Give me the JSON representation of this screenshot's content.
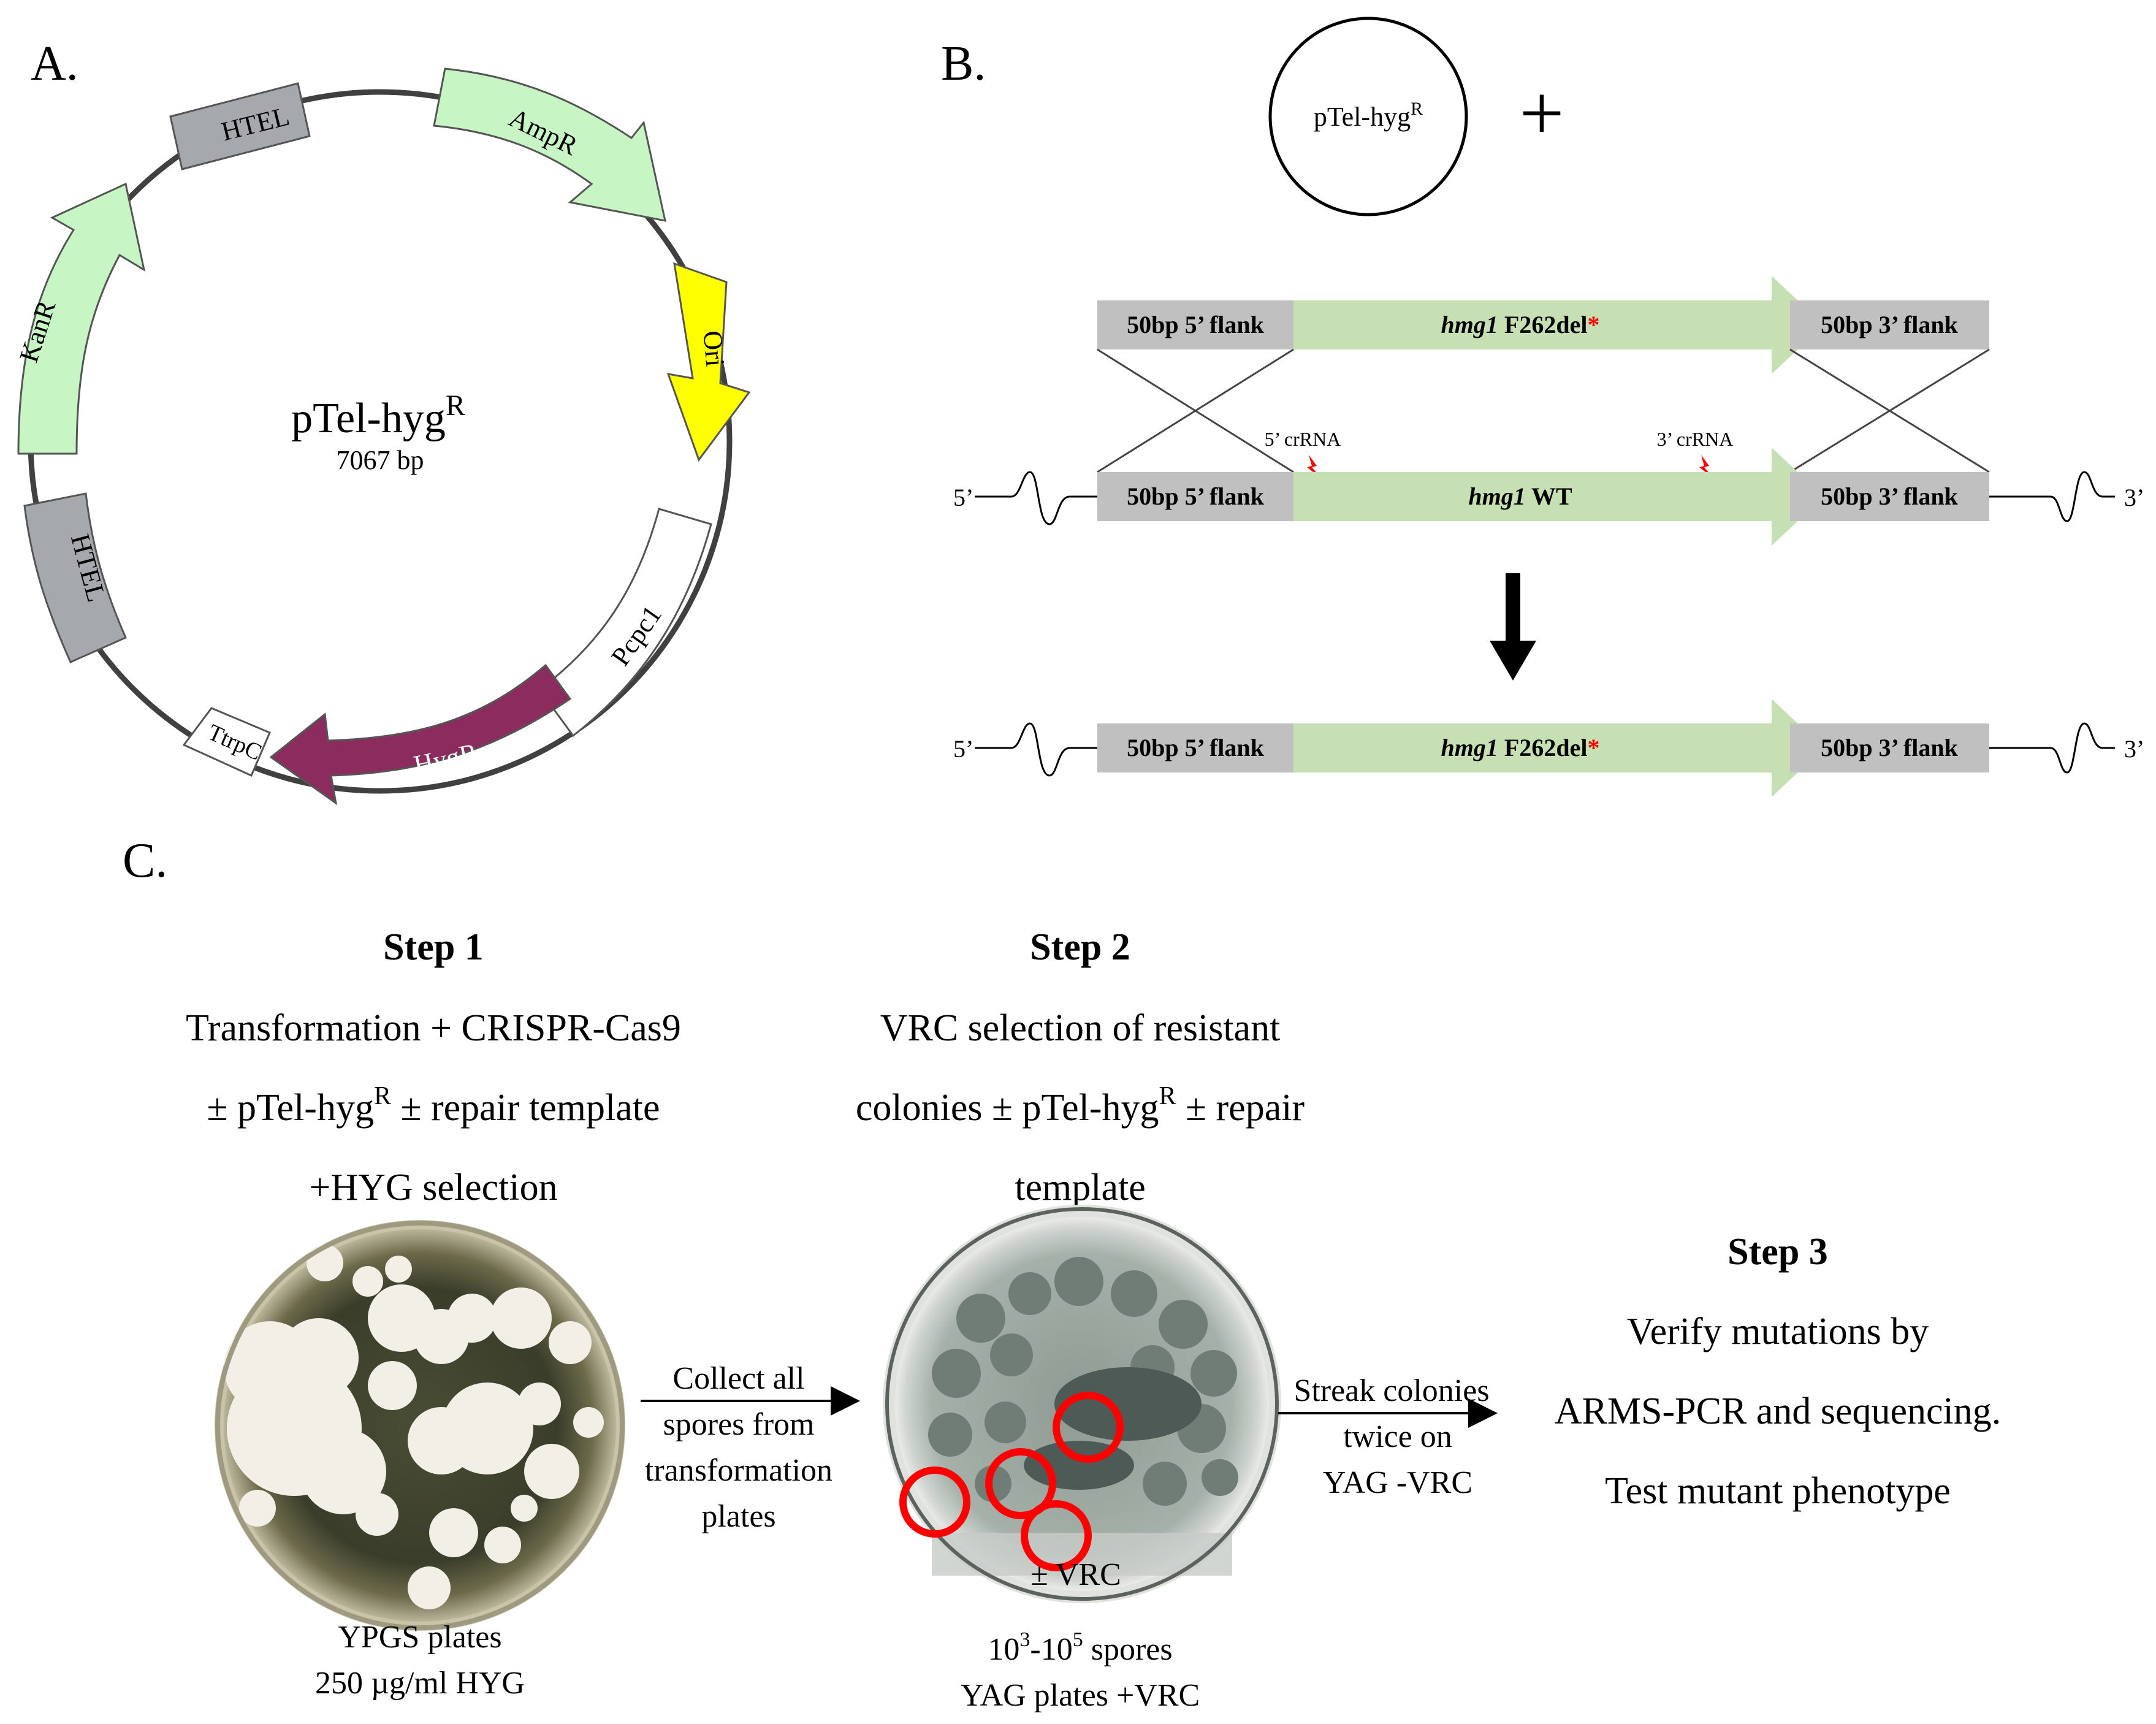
{
  "panel_a": {
    "label": "A.",
    "plasmid_name": "pTel-hyg",
    "plasmid_superscript": "R",
    "plasmid_size": "7067 bp",
    "features": [
      {
        "label": "HTEL",
        "color": "#a5a9ad"
      },
      {
        "label": "AmpR",
        "color": "#c8f5c4"
      },
      {
        "label": "Ori",
        "color": "#ffff00"
      },
      {
        "label": "Pcpc1",
        "color": "#ffffff"
      },
      {
        "label": "HygR",
        "color": "#8c2b5e"
      },
      {
        "label": "TtrpC",
        "color": "#ffffff"
      },
      {
        "label": "HTEL",
        "color": "#a5a9ad"
      },
      {
        "label": "KanR",
        "color": "#c8f5c4"
      }
    ]
  },
  "panel_b": {
    "label": "B.",
    "plasmid_name": "pTel-hyg",
    "plasmid_superscript": "R",
    "plus": "+",
    "flank5": "50bp 5’ flank",
    "flank3": "50bp 3’ flank",
    "gene": "hmg1",
    "mutation": " F262del",
    "asterisk": "*",
    "wt": " WT",
    "crna5": "5’ crRNA",
    "crna3": "3’ crRNA",
    "end5": "5’",
    "end3": "3’",
    "colors": {
      "flank": "#c0c0c0",
      "gene": "#c6e0b4",
      "asterisk": "#ff0000"
    }
  },
  "panel_c": {
    "label": "C.",
    "step1": {
      "title": "Step 1",
      "line1": "Transformation + CRISPR-Cas9",
      "line2_a": "± pTel-hyg",
      "line2_sup": "R",
      "line2_b": " ± repair template",
      "line3": "+HYG selection",
      "caption1": "YPGS plates",
      "caption2": "250 µg/ml HYG"
    },
    "arrow1": [
      "Collect all",
      "spores from",
      "transformation",
      "plates"
    ],
    "step2": {
      "title": "Step 2",
      "line1": "VRC selection of resistant",
      "line2_a": "colonies ± pTel-hyg",
      "line2_sup": "R",
      "line2_b": " ± repair",
      "line3": "template",
      "plate_label": "± VRC",
      "cap_a": "10",
      "cap_sup1": "3",
      "cap_b": "-10",
      "cap_sup2": "5",
      "cap_c": " spores",
      "caption2": "YAG plates +VRC"
    },
    "arrow2": [
      "Streak colonies",
      "twice on",
      "YAG -VRC"
    ],
    "step3": {
      "title": "Step 3",
      "line1": "Verify mutations by",
      "line2": "ARMS-PCR and sequencing.",
      "line3": "Test mutant phenotype"
    }
  }
}
